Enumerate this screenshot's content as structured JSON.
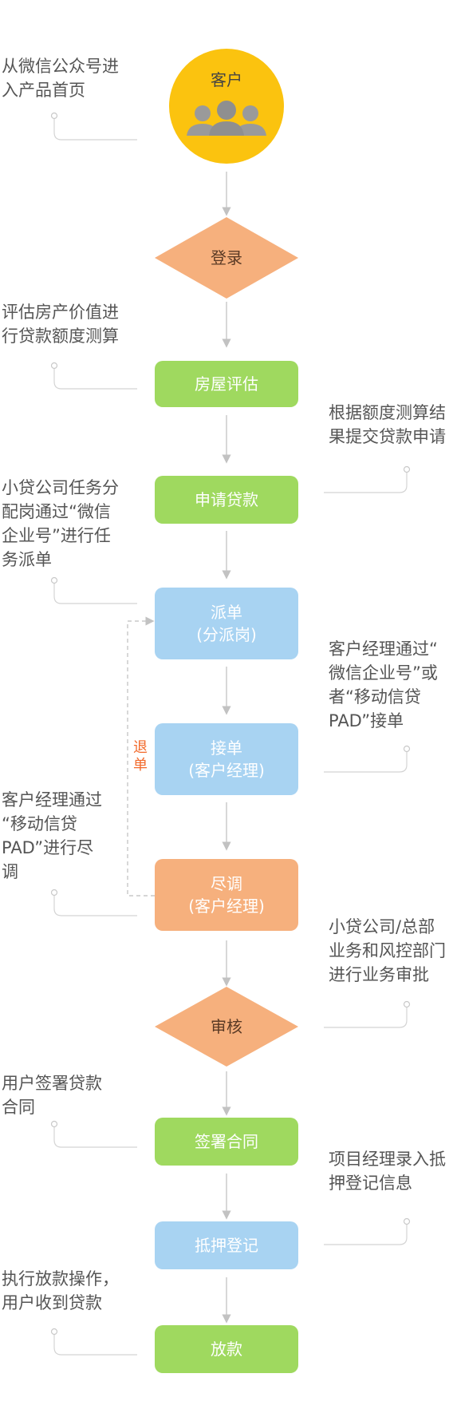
{
  "start": {
    "label": "客户",
    "icon": "people-icon"
  },
  "steps": {
    "login": "登录",
    "evaluate": "房屋评估",
    "apply": "申请贷款",
    "dispatch": [
      "派单",
      "(分派岗)"
    ],
    "accept": [
      "接单",
      "(客户经理)"
    ],
    "investigate": [
      "尽调",
      "(客户经理)"
    ],
    "review": "审核",
    "sign": "签署合同",
    "mortgage": "抵押登记",
    "disburse": "放款"
  },
  "return_label": "退单",
  "notes_left": [
    "从微信公众号进\n入产品首页",
    "评估房产价值进\n行贷款额度测算",
    "小贷公司任务分\n配岗通过“微信\n企业号”进行任\n务派单",
    "客户经理通过\n“移动信贷\nPAD”进行尽\n调",
    "用户签署贷款\n合同",
    "执行放款操作，\n用户收到贷款"
  ],
  "notes_right": [
    "根据额度测算结\n果提交贷款申请",
    "客户经理通过“\n微信企业号”或\n者“移动信贷\nPAD”接单",
    "小贷公司/总部\n业务和风控部门\n进行业务审批",
    "项目经理录入抵\n押登记信息"
  ],
  "colors": {
    "green": "#9fd95f",
    "blue": "#a8d3f2",
    "orange": "#f6b07d",
    "customer": "#fbc30f",
    "return": "#f2692a"
  }
}
